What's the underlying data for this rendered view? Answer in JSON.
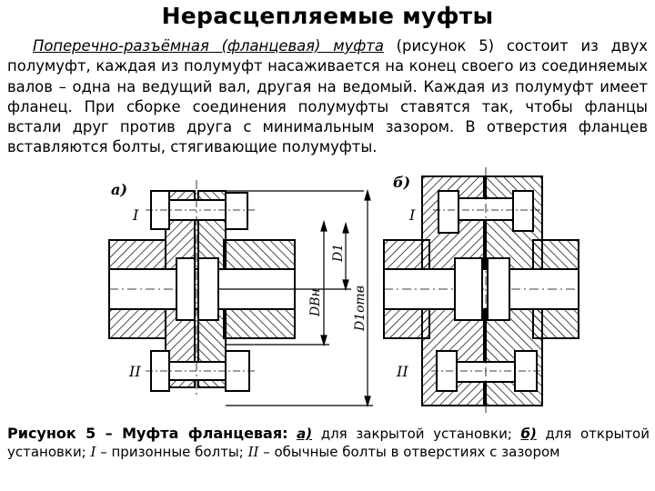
{
  "title": "Нерасцепляемые муфты",
  "paragraph": {
    "term": "Поперечно-разъёмная (фланцевая) муфта",
    "text": " (рисунок 5) состоит из двух полумуфт, каждая из полумуфт насаживается на конец своего из соединяемых валов – одна на ведущий вал, другая на ведомый. Каждая из полумуфт имеет фланец. При сборке соединения полумуфты ставятся так, чтобы фланцы встали друг против друга с минимальным зазором. В отверстия фланцев вставляются болты, стягивающие полумуфты."
  },
  "figure": {
    "label_a": "а)",
    "label_b": "б)",
    "bolt_type_1": "I",
    "bolt_type_2": "II",
    "dim_d1": "D1",
    "dim_dvn": "DВн",
    "dim_d1otv": "D1отв"
  },
  "caption": {
    "lead": "Рисунок 5 – Муфта фланцевая:",
    "a_letter": "а)",
    "a_text": " для закрытой установки; ",
    "b_letter": "б)",
    "b_text": " для открытой установки; ",
    "i_letter": "I",
    "i_text": " – призонные болты; ",
    "ii_letter": "II",
    "ii_text": " – обычные болты в отверстиях с зазором"
  },
  "colors": {
    "line": "#000000",
    "hatch": "#000000",
    "background": "#ffffff"
  }
}
